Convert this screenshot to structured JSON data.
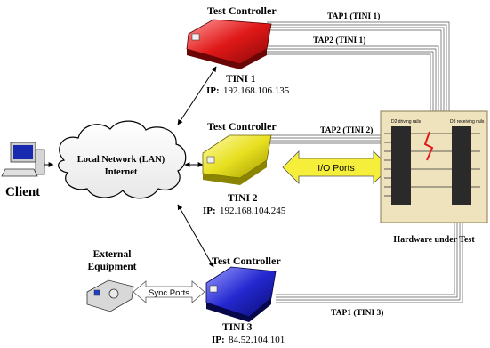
{
  "controllers": [
    {
      "header": "Test Controller",
      "name": "TINI 1",
      "ip_label": "IP:",
      "ip": "192.168.106.135",
      "color": "#e01818"
    },
    {
      "header": "Test Controller",
      "name": "TINI 2",
      "ip_label": "IP:",
      "ip": "192.168.104.245",
      "color": "#e8e020"
    },
    {
      "header": "Test Controller",
      "name": "TINI 3",
      "ip_label": "IP:",
      "ip": "84.52.104.101",
      "color": "#2428d0"
    }
  ],
  "client": {
    "label": "Client"
  },
  "network": {
    "line1": "Local Network (LAN)",
    "line2": "Internet"
  },
  "external": {
    "line1": "External",
    "line2": "Equipment"
  },
  "ports": {
    "io": "I/O Ports",
    "sync": "Sync Ports"
  },
  "taps": {
    "tap1_tini1": "TAP1 (TINI 1)",
    "tap2_tini1": "TAP2 (TINI 1)",
    "tap2_tini2": "TAP2 (TINI 2)",
    "tap1_tini3": "TAP1 (TINI 3)"
  },
  "hardware": {
    "label": "Hardware under Test",
    "chip_left": "D2 driving rails",
    "chip_right": "D3 receiving rails"
  },
  "colors": {
    "board": "#efe3bd",
    "io_arrow": "#f5ee3a",
    "sync_arrow": "#ffffff"
  }
}
